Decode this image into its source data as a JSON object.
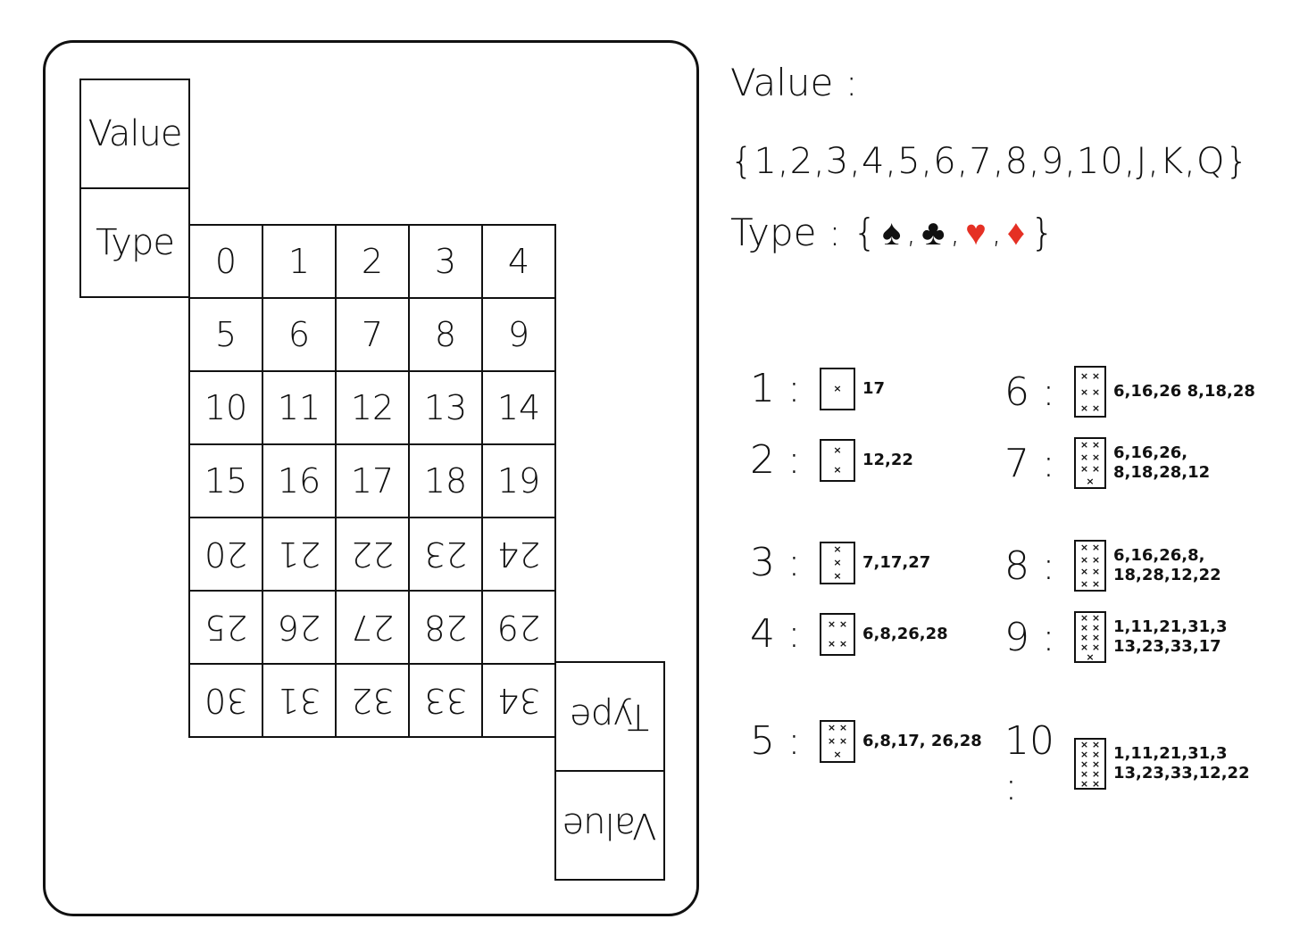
{
  "card": {
    "top_value_label": "Value",
    "top_type_label": "Type",
    "bottom_type_label": "Type",
    "bottom_value_label": "Value",
    "grid": [
      [
        "0",
        "1",
        "2",
        "3",
        "4"
      ],
      [
        "5",
        "6",
        "7",
        "8",
        "9"
      ],
      [
        "10",
        "11",
        "12",
        "13",
        "14"
      ],
      [
        "15",
        "16",
        "17",
        "18",
        "19"
      ],
      [
        "20",
        "21",
        "22",
        "23",
        "24"
      ],
      [
        "25",
        "26",
        "27",
        "28",
        "29"
      ],
      [
        "30",
        "31",
        "32",
        "33",
        "34"
      ]
    ],
    "flipped_rows_from": 4
  },
  "notes": {
    "value_title": "Value :",
    "value_set": "{1,2,3,4,5,6,7,8,9,10,J,K,Q}",
    "type_prefix": "Type : {",
    "type_suffix": "}",
    "suits": [
      {
        "icon": "spade-icon",
        "glyph": "♠",
        "color": "#111111"
      },
      {
        "icon": "club-icon",
        "glyph": "♣",
        "color": "#111111"
      },
      {
        "icon": "heart-icon",
        "glyph": "♥",
        "color": "#e53024"
      },
      {
        "icon": "diamond-icon",
        "glyph": "♦",
        "color": "#e53024"
      }
    ]
  },
  "legend": [
    {
      "num": "1 :",
      "ids": "17",
      "marks": 1
    },
    {
      "num": "2 :",
      "ids": "12,22",
      "marks": 2
    },
    {
      "num": "3 :",
      "ids": "7,17,27",
      "marks": 3
    },
    {
      "num": "4 :",
      "ids": "6,8,26,28",
      "marks": 4
    },
    {
      "num": "5 :",
      "ids": "6,8,17, 26,28",
      "marks": 5
    },
    {
      "num": "6 :",
      "ids": "6,16,26 8,18,28",
      "marks": 6
    },
    {
      "num": "7 :",
      "ids": "6,16,26, 8,18,28,12",
      "marks": 7
    },
    {
      "num": "8 :",
      "ids": "6,16,26,8, 18,28,12,22",
      "marks": 8
    },
    {
      "num": "9 :",
      "ids": "1,11,21,31,3 13,23,33,17",
      "marks": 9
    },
    {
      "num": "10 :",
      "ids": "1,11,21,31,3 13,23,33,12,22",
      "marks": 10
    }
  ]
}
